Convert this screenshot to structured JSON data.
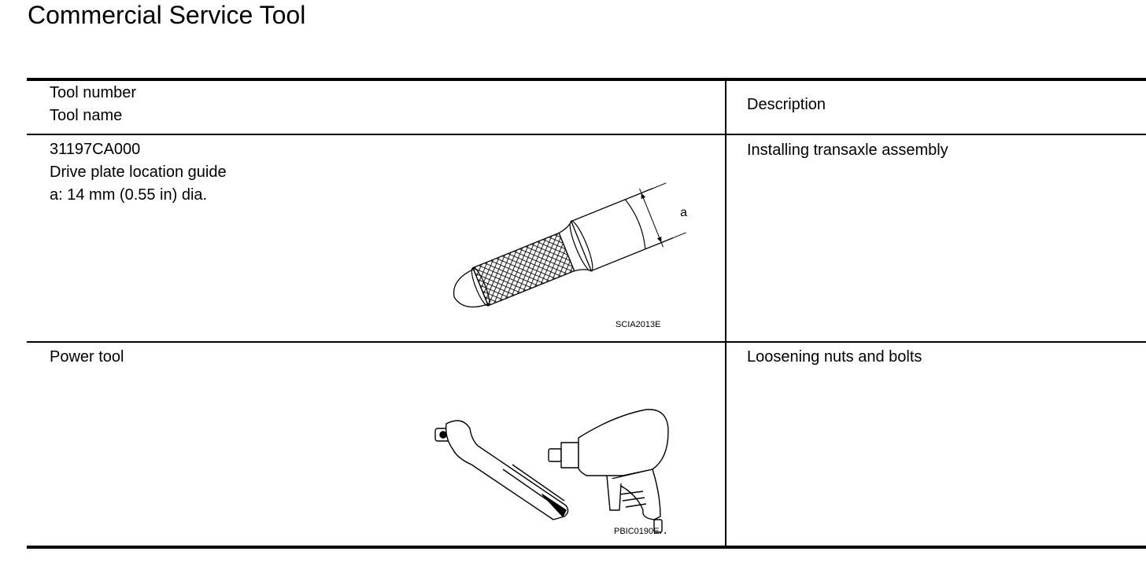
{
  "page": {
    "title": "Commercial Service Tool"
  },
  "table": {
    "header": {
      "tool_lines": [
        "Tool number",
        "Tool name"
      ],
      "description": "Description"
    },
    "rows": [
      {
        "tool_lines": [
          "31197CA000",
          "Drive plate location guide",
          "a: 14 mm (0.55 in) dia."
        ],
        "description": "Installing transaxle assembly",
        "figure_code": "SCIA2013E",
        "figure_dimension_label": "a",
        "figure_icon": "drive-plate-location-guide-illustration"
      },
      {
        "tool_lines": [
          "Power tool"
        ],
        "description": "Loosening nuts and bolts",
        "figure_code": "PBIC0190E",
        "figure_icon": "power-tool-illustration"
      }
    ]
  }
}
